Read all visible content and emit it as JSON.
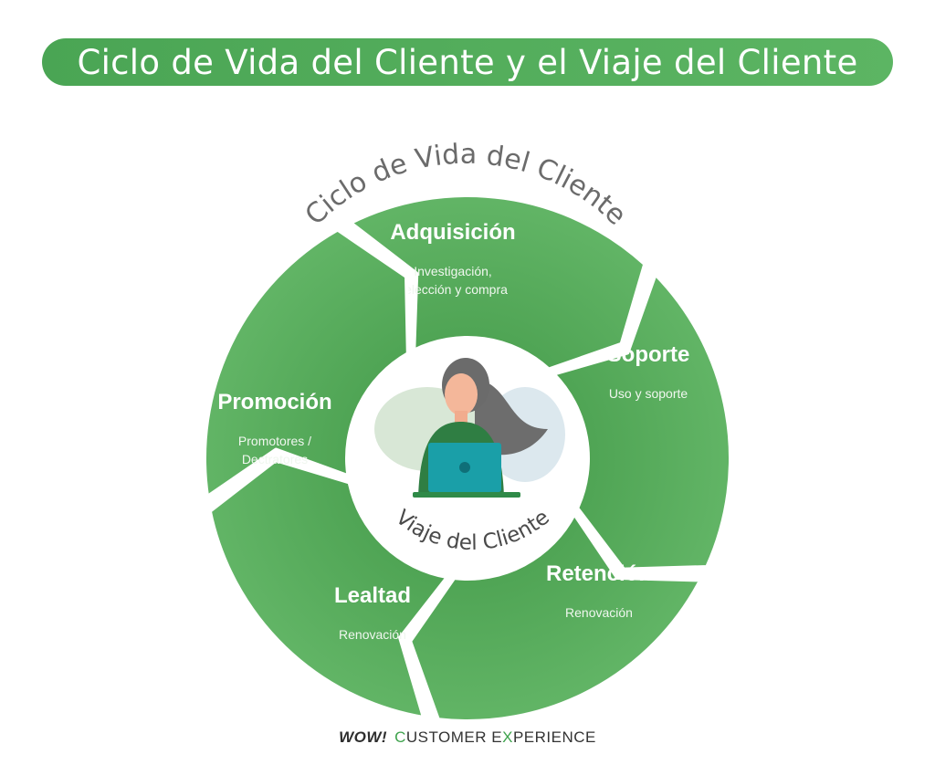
{
  "title": "Ciclo de Vida del Cliente y el Viaje del Cliente",
  "outer_label": "Ciclo de Vida del Cliente",
  "inner_label": "Viaje del Cliente",
  "segments": [
    {
      "title": "Adquisición",
      "desc": [
        "Investigación,",
        "selección y compra"
      ]
    },
    {
      "title": "Soporte",
      "desc": [
        "Uso y soporte"
      ]
    },
    {
      "title": "Retención",
      "desc": [
        "Renovación"
      ]
    },
    {
      "title": "Lealtad",
      "desc": [
        "Renovación"
      ]
    },
    {
      "title": "Promoción",
      "desc": [
        "Promotores /",
        "Dectratores"
      ]
    }
  ],
  "footer": {
    "logo": "WOW!",
    "c": "C",
    "ustomer": "USTOMER E",
    "x": "X",
    "perience": "PERIENCE"
  },
  "colors": {
    "segment": "#5aab5e",
    "title_bar": "#4fa857",
    "label_gray": "#6b6b6b",
    "laptop": "#1a9fa8"
  }
}
